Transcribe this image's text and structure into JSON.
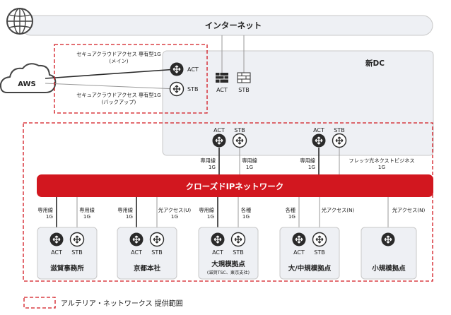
{
  "internet": {
    "label": "インターネット"
  },
  "cloud": {
    "label": "AWS"
  },
  "new_dc": {
    "label": "新DC",
    "firewall_act": "ACT",
    "firewall_stb": "STB"
  },
  "secure_access": {
    "main_label": "セキュアクラウドアクセス 専有型1G",
    "main_sub": "(メイン)",
    "backup_label": "セキュアクラウドアクセス 専有型1G",
    "backup_sub": "(バックアップ)",
    "act": "ACT",
    "stb": "STB"
  },
  "dc_routers": [
    {
      "act": "ACT",
      "stb": "STB"
    },
    {
      "act": "ACT",
      "stb": "STB"
    }
  ],
  "dc_links": [
    {
      "line1": "専用線",
      "line2": "1G"
    },
    {
      "line1": "専用線",
      "line2": "1G"
    },
    {
      "line1": "専用線",
      "line2": "1G"
    },
    {
      "line1": "フレッツ光ネクストビジネス",
      "line2": "1G"
    }
  ],
  "network": {
    "label": "クローズドIPネットワーク"
  },
  "site_links": [
    {
      "line1": "専用線",
      "line2": "1G"
    },
    {
      "line1": "専用線",
      "line2": "1G"
    },
    {
      "line1": "専用線",
      "line2": "1G"
    },
    {
      "line1": "光アクセス(U)",
      "line2": "1G"
    },
    {
      "line1": "専用線",
      "line2": "1G"
    },
    {
      "line1": "各種",
      "line2": "1G"
    },
    {
      "line1": "各種",
      "line2": "1G"
    },
    {
      "line1": "光アクセス(N)",
      "line2": ""
    },
    {
      "line1": "光アクセス(N)",
      "line2": ""
    }
  ],
  "sites": [
    {
      "name": "滋賀事務所",
      "sub": "",
      "act": "ACT",
      "stb": "STB"
    },
    {
      "name": "京都本社",
      "sub": "",
      "act": "ACT",
      "stb": "STB"
    },
    {
      "name": "大規模拠点",
      "sub": "(滋賀TSC、東京支社)",
      "act": "ACT",
      "stb": "STB"
    },
    {
      "name": "大/中規模拠点",
      "sub": "",
      "act": "ACT",
      "stb": "STB"
    },
    {
      "name": "小規模拠点",
      "sub": "",
      "act": "",
      "stb": ""
    }
  ],
  "legend": {
    "label": "アルテリア・ネットワークス 提供範囲"
  },
  "colors": {
    "brand_red": "#d2171f",
    "router_dark": "#2a2a2a",
    "box_border": "#c8c8c8",
    "box_fill": "#eef0f4"
  }
}
